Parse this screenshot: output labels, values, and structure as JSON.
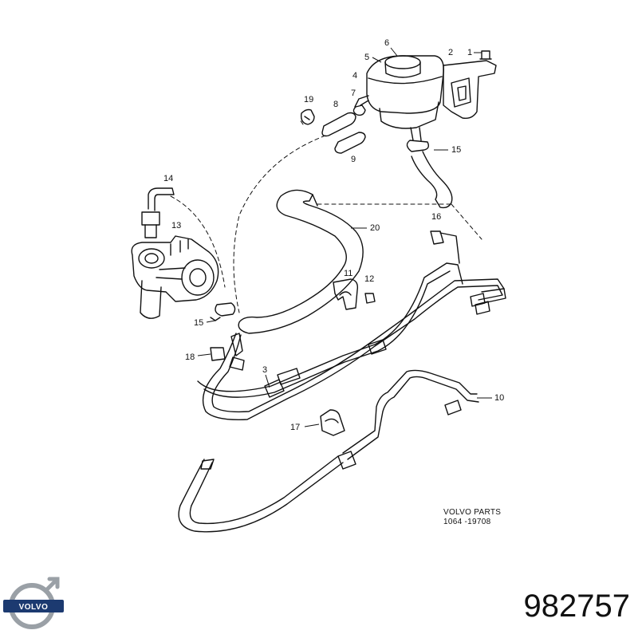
{
  "callouts": {
    "c1": "1",
    "c2": "2",
    "c3": "3",
    "c4": "4",
    "c5": "5",
    "c6": "6",
    "c7": "7",
    "c8": "8",
    "c9": "9",
    "c10": "10",
    "c11": "11",
    "c12": "12",
    "c13": "13",
    "c14": "14",
    "c15a": "15",
    "c15b": "15",
    "c16": "16",
    "c17": "17",
    "c18": "18",
    "c19": "19",
    "c20": "20"
  },
  "stamp": {
    "line1": "VOLVO PARTS",
    "line2": "1064 -19708"
  },
  "part_number": "982757",
  "logo": {
    "brand": "VOLVO",
    "color": "#1c3a70"
  }
}
